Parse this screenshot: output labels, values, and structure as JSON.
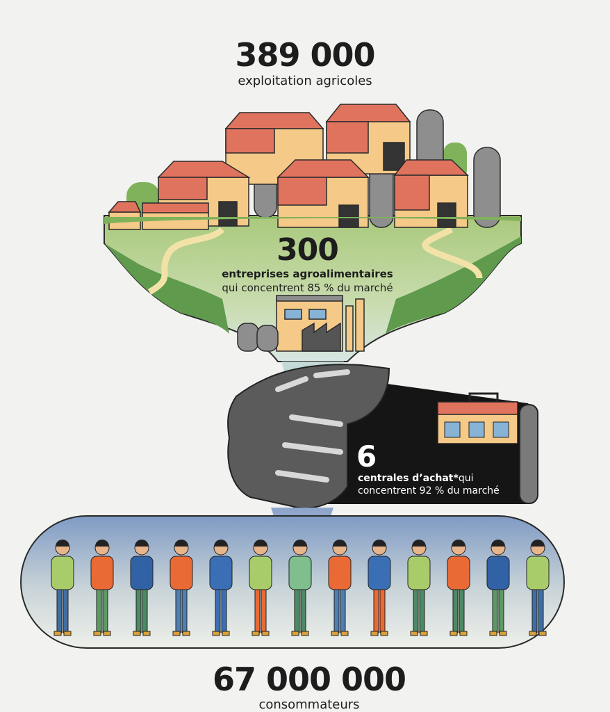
{
  "farms": {
    "number": "389 000",
    "label": "exploitation agricoles"
  },
  "industry": {
    "number": "300",
    "label_bold": "entreprises agroalimentaires",
    "label": "qui concentrent 85 % du marché"
  },
  "retail": {
    "number": "6",
    "label_bold": "centrales d’achat*",
    "label_suffix": "qui",
    "label": "concentrent 92 % du marché"
  },
  "consumers": {
    "number": "67 000 000",
    "label": "consommateurs"
  },
  "colors": {
    "background": "#f2f2f0",
    "field": "#b5cf8e",
    "roof": "#e0735e",
    "wall": "#f5c987",
    "silo": "#8e8e8e",
    "sleeve": "#151515",
    "hand": "#5b5b5b",
    "capsule_top": "#7f9ac4",
    "capsule_bottom": "#eef0ea"
  },
  "people": [
    {
      "shirt": "#a9cc6a",
      "pants": "#3f6ea3"
    },
    {
      "shirt": "#e96a35",
      "pants": "#5b9a63"
    },
    {
      "shirt": "#3262a6",
      "pants": "#4c8a63"
    },
    {
      "shirt": "#e96a35",
      "pants": "#4f7fb0"
    },
    {
      "shirt": "#3b6fb5",
      "pants": "#3b6fb5"
    },
    {
      "shirt": "#a9cc6a",
      "pants": "#e96a35"
    },
    {
      "shirt": "#7fbf8e",
      "pants": "#4c8a63"
    },
    {
      "shirt": "#e96a35",
      "pants": "#4f7fb0"
    },
    {
      "shirt": "#3b6fb5",
      "pants": "#e96a35"
    },
    {
      "shirt": "#a9cc6a",
      "pants": "#4c8a63"
    },
    {
      "shirt": "#e96a35",
      "pants": "#4c8a63"
    },
    {
      "shirt": "#3262a6",
      "pants": "#5b9a63"
    },
    {
      "shirt": "#a9cc6a",
      "pants": "#3f6ea3"
    }
  ]
}
